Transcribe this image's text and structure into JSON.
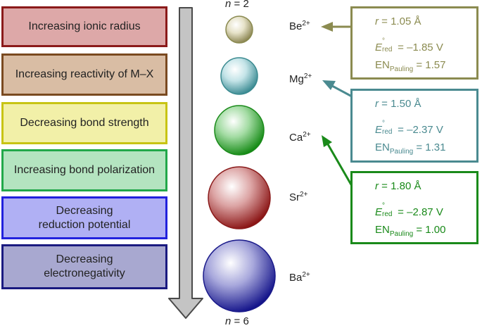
{
  "trends": [
    {
      "label": "Increasing ionic radius",
      "border": "#8b1a1a",
      "fill": "#dda8a8"
    },
    {
      "label": "Increasing reactivity of M–X",
      "border": "#7a4a20",
      "fill": "#d9bda4"
    },
    {
      "label": "Decreasing bond strength",
      "border": "#c8c414",
      "fill": "#f2f0a8"
    },
    {
      "label": "Increasing bond polarization",
      "border": "#22a84a",
      "fill": "#b4e4c0"
    },
    {
      "label": "Decreasing reduction potential",
      "border": "#2222dd",
      "fill": "#b0b0f4"
    },
    {
      "label": "Decreasing electronegativity",
      "border": "#1a1a80",
      "fill": "#a8a8d0"
    }
  ],
  "n_top": {
    "var": "n",
    "eq": " = 2"
  },
  "n_bottom": {
    "var": "n",
    "eq": " = 6"
  },
  "ions": [
    {
      "symbol": "Be",
      "charge": "2+",
      "color": "#8a8a50"
    },
    {
      "symbol": "Mg",
      "charge": "2+",
      "color": "#3a8a90"
    },
    {
      "symbol": "Ca",
      "charge": "2+",
      "color": "#1a8a1a"
    },
    {
      "symbol": "Sr",
      "charge": "2+",
      "color": "#8a1a1a"
    },
    {
      "symbol": "Ba",
      "charge": "2+",
      "color": "#1a1a8a"
    }
  ],
  "cards": [
    {
      "color": "#8b8b50",
      "r_var": "r",
      "r_val": " = 1.05 Å",
      "e_var": "E",
      "e_sup": "°",
      "e_sub": "red",
      "e_val": " = –1.85 V",
      "en_main": "EN",
      "en_sub": "Pauling",
      "en_val": " = 1.57"
    },
    {
      "color": "#4a8a90",
      "r_var": "r",
      "r_val": " = 1.50 Å",
      "e_var": "E",
      "e_sup": "°",
      "e_sub": "red",
      "e_val": " = –2.37 V",
      "en_main": "EN",
      "en_sub": "Pauling",
      "en_val": " = 1.31"
    },
    {
      "color": "#1a8a1a",
      "r_var": "r",
      "r_val": " = 1.80 Å",
      "e_var": "E",
      "e_sup": "°",
      "e_sub": "red",
      "e_val": " = –2.87 V",
      "en_main": "EN",
      "en_sub": "Pauling",
      "en_val": " = 1.00"
    }
  ],
  "colors": {
    "arrow_fill": "#c4c4c4",
    "arrow_stroke": "#4a4a4a"
  }
}
